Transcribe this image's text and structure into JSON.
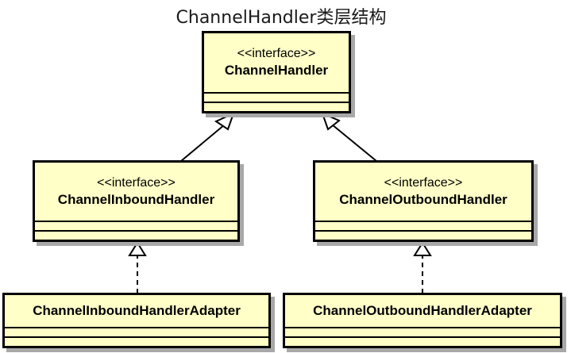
{
  "title": "ChannelHandler类层结构",
  "stereotype": "<<interface>>",
  "colors": {
    "fill": "#ffffc7",
    "border": "#000000",
    "shadow": "#a8a8a8"
  },
  "classes": {
    "handler": {
      "name": "ChannelHandler"
    },
    "inbound": {
      "name": "ChannelInboundHandler"
    },
    "outbound": {
      "name": "ChannelOutboundHandler"
    },
    "inbound_adapter": {
      "name": "ChannelInboundHandlerAdapter"
    },
    "outbound_adapter": {
      "name": "ChannelOutboundHandlerAdapter"
    }
  }
}
